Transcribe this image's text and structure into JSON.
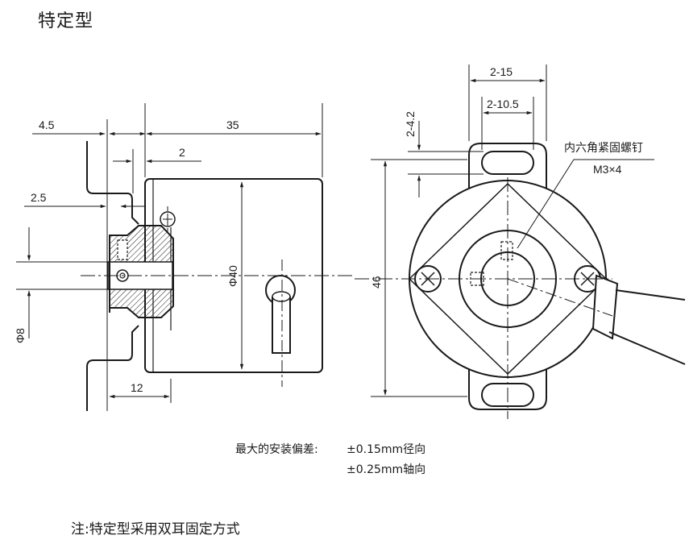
{
  "title": "特定型",
  "left_view": {
    "dim_4_5": "4.5",
    "dim_35": "35",
    "dim_2": "2",
    "dim_2_5": "2.5",
    "dim_phi40": "Φ40",
    "dim_phi8": "Φ8",
    "dim_12": "12"
  },
  "right_view": {
    "dim_2_15": "2-15",
    "dim_2_10_5": "2-10.5",
    "dim_2_4_2": "2-4.2",
    "dim_46": "46",
    "screw_label": "内六角紧固螺钉",
    "screw_spec": "M3×4"
  },
  "tolerance": {
    "label": "最大的安装偏差:",
    "radial": "±0.15mm径向",
    "axial": "±0.25mm轴向"
  },
  "note": "注:特定型采用双耳固定方式"
}
